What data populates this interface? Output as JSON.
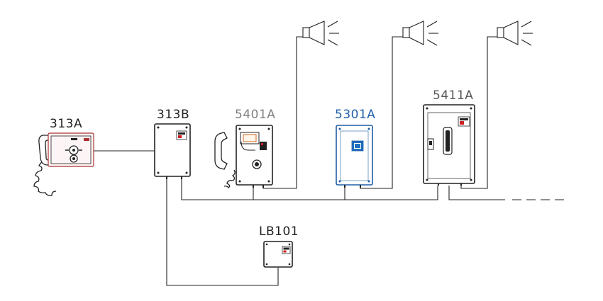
{
  "devices": {
    "d313a": {
      "label": "313A"
    },
    "d313b": {
      "label": "313B"
    },
    "d5401a": {
      "label": "5401A"
    },
    "d5301a": {
      "label": "5301A"
    },
    "d5411a": {
      "label": "5411A"
    },
    "lb101": {
      "label": "LB101"
    }
  },
  "colors": {
    "line": "#222222",
    "label_dark": "#222222",
    "label_gray": "#808080",
    "label_blue": "#1f5fa8",
    "accent_red": "#cc2222",
    "accent_blue": "#1f6fbf"
  }
}
